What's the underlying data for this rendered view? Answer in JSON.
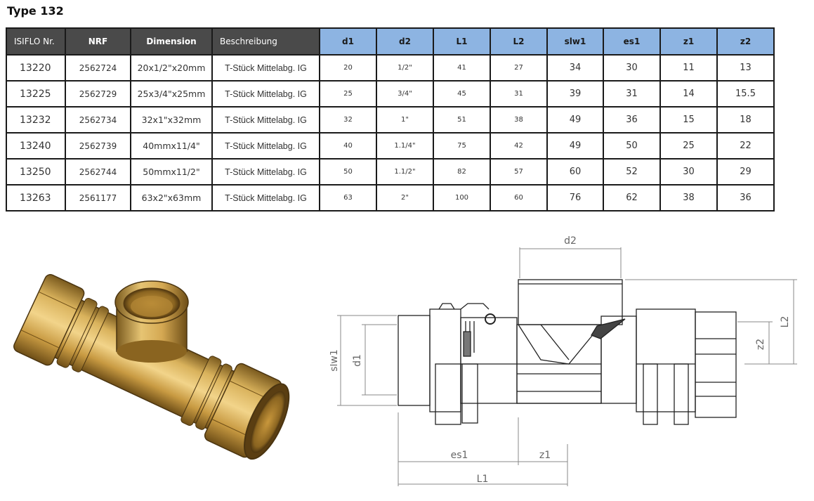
{
  "title": "Type 132",
  "table": {
    "headers": [
      "ISIFLO Nr.",
      "NRF",
      "Dimension",
      "Beschreibung",
      "d1",
      "d2",
      "L1",
      "L2",
      "slw1",
      "es1",
      "z1",
      "z2"
    ],
    "rows": [
      [
        "13220",
        "2562724",
        "20x1/2\"x20mm",
        "T-Stück Mittelabg. IG",
        "20",
        "1/2\"",
        "41",
        "27",
        "34",
        "30",
        "11",
        "13"
      ],
      [
        "13225",
        "2562729",
        "25x3/4\"x25mm",
        "T-Stück Mittelabg. IG",
        "25",
        "3/4\"",
        "45",
        "31",
        "39",
        "31",
        "14",
        "15.5"
      ],
      [
        "13232",
        "2562734",
        "32x1\"x32mm",
        "T-Stück Mittelabg. IG",
        "32",
        "1\"",
        "51",
        "38",
        "49",
        "36",
        "15",
        "18"
      ],
      [
        "13240",
        "2562739",
        "40mmx11/4\"",
        "T-Stück Mittelabg. IG",
        "40",
        "1.1/4\"",
        "75",
        "42",
        "49",
        "50",
        "25",
        "22"
      ],
      [
        "13250",
        "2562744",
        "50mmx11/2\"",
        "T-Stück Mittelabg. IG",
        "50",
        "1.1/2\"",
        "82",
        "57",
        "60",
        "52",
        "30",
        "29"
      ],
      [
        "13263",
        "2561177",
        "63x2\"x63mm",
        "T-Stück Mittelabg. IG",
        "63",
        "2\"",
        "100",
        "60",
        "76",
        "62",
        "38",
        "36"
      ]
    ]
  },
  "drawing": {
    "labels": {
      "d2": "d2",
      "L2": "L2",
      "z2": "z2",
      "slw1": "slw1",
      "d1": "d1",
      "es1": "es1",
      "z1": "z1",
      "L1": "L1"
    }
  }
}
